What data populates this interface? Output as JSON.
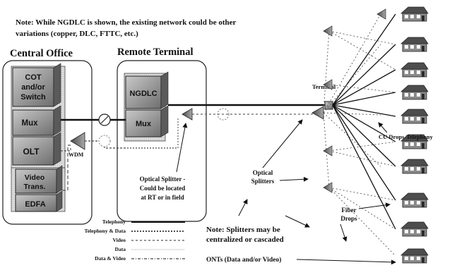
{
  "note_top": {
    "line1": "Note: While NGDLC is shown, the existing network could be other",
    "line2": "variations (copper, DLC, FTTC, etc.)"
  },
  "central_office": {
    "title": "Central Office",
    "cot": [
      "COT",
      "and/or",
      "Switch"
    ],
    "mux": "Mux",
    "olt": "OLT",
    "video": [
      "Video",
      "Trans."
    ],
    "edfa": "EDFA",
    "wdm": "WDM"
  },
  "remote_terminal": {
    "title": "Remote Terminal",
    "ngdlc": "NGDLC",
    "mux": "Mux"
  },
  "labels": {
    "terminal": "Terminal",
    "cu_drops": "CU Drops-Telephony",
    "optical_splitter_rt": [
      "Optical Splitter -",
      "Could be located",
      "at RT or in field"
    ],
    "optical_splitters": [
      "Optical",
      "Splitters"
    ],
    "fiber_drops": [
      "Fiber",
      "Drops"
    ],
    "note_splitters": [
      "Note: Splitters may be",
      "centralized or cascaded"
    ],
    "onts": "ONTs (Data and/or Video)"
  },
  "legend": [
    {
      "label": "Telephony",
      "style": "solid"
    },
    {
      "label": "Telephony & Data",
      "style": "dotted"
    },
    {
      "label": "Video",
      "style": "dashed"
    },
    {
      "label": "Data",
      "style": "fine"
    },
    {
      "label": "Data & Video",
      "style": "dash-dot"
    }
  ]
}
